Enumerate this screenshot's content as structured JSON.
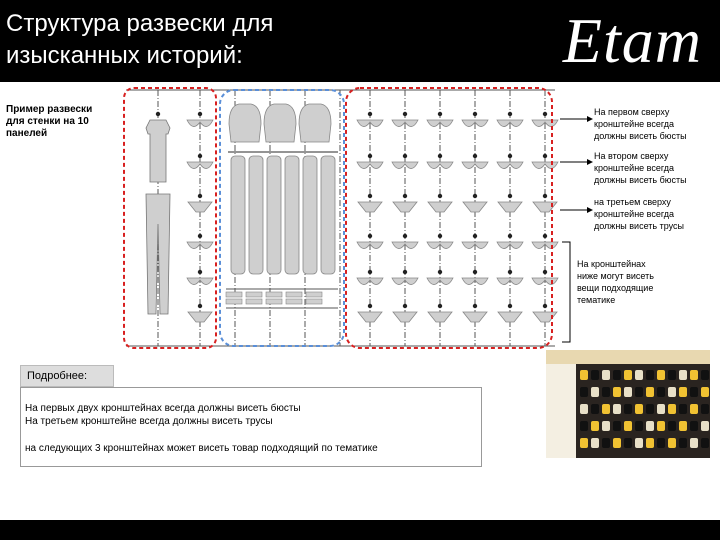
{
  "header": {
    "title": "Структура развески для\nизысканных историй:",
    "logo_text": "Etam"
  },
  "example_label": "Пример развески\nдля стенки на 10\nпанелей",
  "callouts": [
    "На первом сверху\nкронштейне всегда\nдолжны висеть бюсты",
    "На втором сверху\nкронштейне всегда\nдолжны висеть бюсты",
    "на третьем сверху\nкронштейне всегда\nдолжны висеть трусы",
    "На кронштейнах\nниже могут висеть\nвещи подходящие\nтематике"
  ],
  "details": {
    "tab_label": "Подробнее:",
    "line1": "На первых двух кронштейнах всегда должны висеть бюсты",
    "line2": "На третьем кронштейне всегда должны висеть трусы",
    "line3": "на следующих 3 кронштейнах может висеть товар подходящий по тематике"
  },
  "colors": {
    "red_group": "#d82020",
    "blue_group": "#5a8fd8",
    "panel_line": "#555555",
    "item_gray": "#cfcfcf"
  }
}
